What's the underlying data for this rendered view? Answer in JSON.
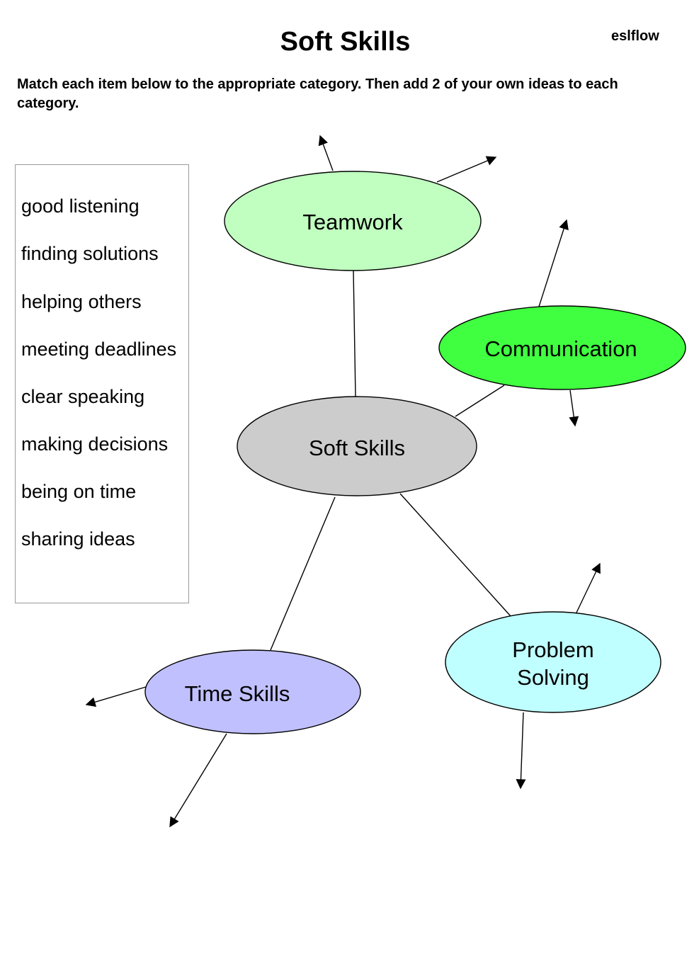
{
  "header": {
    "title": "Soft Skills",
    "brand": "eslflow",
    "instructions": "Match each item below to the appropriate category. Then add 2 of your own ideas to each category."
  },
  "word_bank": {
    "items": [
      "good listening",
      "finding solutions",
      "helping others",
      "meeting deadlines",
      "clear speaking",
      "making decisions",
      "being on time",
      "sharing ideas"
    ]
  },
  "diagram": {
    "center": {
      "label": "Soft Skills",
      "color": "#cccccc"
    },
    "categories": [
      {
        "label": "Teamwork",
        "color": "#c0ffc0"
      },
      {
        "label": "Communication",
        "color": "#40ff40"
      },
      {
        "label_lines": [
          "Problem",
          "Solving"
        ],
        "color": "#c0ffff"
      },
      {
        "label": "Time Skills",
        "color": "#c0c0ff"
      }
    ]
  }
}
